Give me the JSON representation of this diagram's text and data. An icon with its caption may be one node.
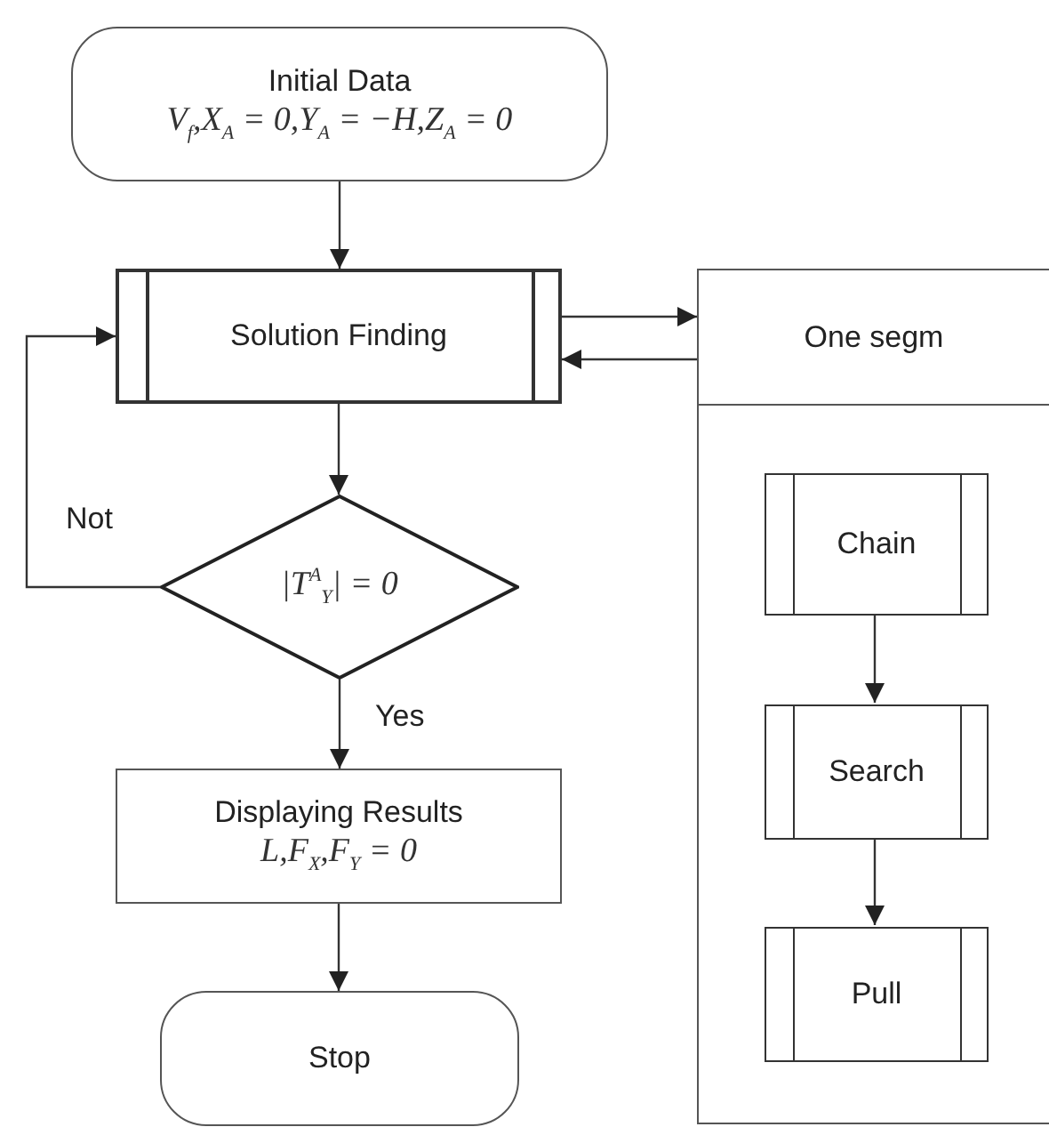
{
  "diagram": {
    "nodes": [
      {
        "text": [
          "Initial Data",
          "V$_{f}$,X$_{A}$ = 0,Y$_{A}$ = −H,Z$_{A}$ = 0"
        ]
      },
      {
        "text": [
          "Solution Finding"
        ]
      },
      {
        "text": [
          "|T$^{A}$$_{Y}$| = 0"
        ]
      },
      {
        "text": [
          "Displaying Results",
          "L,F$_{X}$,F$_{Y}$ = 0"
        ]
      },
      {
        "text": [
          "Stop"
        ]
      },
      {
        "text": [
          "One segm"
        ]
      },
      {
        "text": [
          "Chain"
        ],
        "in": 5
      },
      {
        "text": [
          "Search"
        ],
        "in": 5
      },
      {
        "text": [
          "Pull"
        ],
        "in": 5
      }
    ],
    "edges": [
      {
        "from": 0,
        "to": 1,
        "arrow": "to"
      },
      {
        "from": 1,
        "to": 2,
        "arrow": "to"
      },
      {
        "from": 2,
        "to": 1,
        "arrow": "to",
        "label": "Not"
      },
      {
        "from": 2,
        "to": 3,
        "arrow": "to",
        "label": "Yes"
      },
      {
        "from": 3,
        "to": 4,
        "arrow": "to"
      },
      {
        "from": 1,
        "to": 5,
        "arrow": "to"
      },
      {
        "from": 5,
        "to": 1,
        "arrow": "to"
      },
      {
        "from": 6,
        "to": 7,
        "arrow": "to"
      },
      {
        "from": 7,
        "to": 8,
        "arrow": "to"
      }
    ]
  }
}
